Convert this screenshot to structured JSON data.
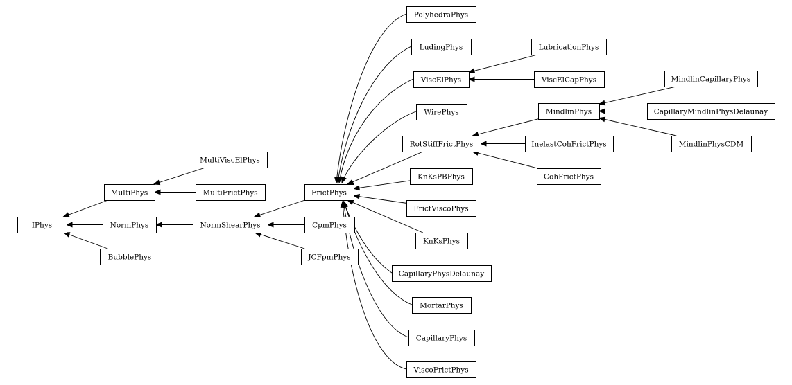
{
  "diagram": {
    "nodes": [
      {
        "id": "IPhys",
        "label": "IPhys"
      },
      {
        "id": "MultiPhys",
        "label": "MultiPhys"
      },
      {
        "id": "NormPhys",
        "label": "NormPhys"
      },
      {
        "id": "BubblePhys",
        "label": "BubblePhys"
      },
      {
        "id": "MultiViscElPhys",
        "label": "MultiViscElPhys"
      },
      {
        "id": "MultiFrictPhys",
        "label": "MultiFrictPhys"
      },
      {
        "id": "NormShearPhys",
        "label": "NormShearPhys"
      },
      {
        "id": "FrictPhys",
        "label": "FrictPhys"
      },
      {
        "id": "CpmPhys",
        "label": "CpmPhys"
      },
      {
        "id": "JCFpmPhys",
        "label": "JCFpmPhys"
      },
      {
        "id": "PolyhedraPhys",
        "label": "PolyhedraPhys"
      },
      {
        "id": "LudingPhys",
        "label": "LudingPhys"
      },
      {
        "id": "ViscElPhys",
        "label": "ViscElPhys"
      },
      {
        "id": "WirePhys",
        "label": "WirePhys"
      },
      {
        "id": "RotStiffFrictPhys",
        "label": "RotStiffFrictPhys"
      },
      {
        "id": "KnKsPBPhys",
        "label": "KnKsPBPhys"
      },
      {
        "id": "FrictViscoPhys",
        "label": "FrictViscoPhys"
      },
      {
        "id": "KnKsPhys",
        "label": "KnKsPhys"
      },
      {
        "id": "CapillaryPhysDelaunay",
        "label": "CapillaryPhysDelaunay"
      },
      {
        "id": "MortarPhys",
        "label": "MortarPhys"
      },
      {
        "id": "CapillaryPhys",
        "label": "CapillaryPhys"
      },
      {
        "id": "ViscoFrictPhys",
        "label": "ViscoFrictPhys"
      },
      {
        "id": "LubricationPhys",
        "label": "LubricationPhys"
      },
      {
        "id": "ViscElCapPhys",
        "label": "ViscElCapPhys"
      },
      {
        "id": "MindlinPhys",
        "label": "MindlinPhys"
      },
      {
        "id": "InelastCohFrictPhys",
        "label": "InelastCohFrictPhys"
      },
      {
        "id": "CohFrictPhys",
        "label": "CohFrictPhys"
      },
      {
        "id": "MindlinCapillaryPhys",
        "label": "MindlinCapillaryPhys"
      },
      {
        "id": "CapillaryMindlinPhysDelaunay",
        "label": "CapillaryMindlinPhysDelaunay"
      },
      {
        "id": "MindlinPhysCDM",
        "label": "MindlinPhysCDM"
      }
    ],
    "edges": [
      {
        "from": "MultiPhys",
        "to": "IPhys"
      },
      {
        "from": "NormPhys",
        "to": "IPhys"
      },
      {
        "from": "BubblePhys",
        "to": "IPhys"
      },
      {
        "from": "MultiViscElPhys",
        "to": "MultiPhys"
      },
      {
        "from": "MultiFrictPhys",
        "to": "MultiPhys"
      },
      {
        "from": "NormShearPhys",
        "to": "NormPhys"
      },
      {
        "from": "FrictPhys",
        "to": "NormShearPhys"
      },
      {
        "from": "CpmPhys",
        "to": "NormShearPhys"
      },
      {
        "from": "JCFpmPhys",
        "to": "NormShearPhys"
      },
      {
        "from": "PolyhedraPhys",
        "to": "FrictPhys"
      },
      {
        "from": "LudingPhys",
        "to": "FrictPhys"
      },
      {
        "from": "ViscElPhys",
        "to": "FrictPhys"
      },
      {
        "from": "WirePhys",
        "to": "FrictPhys"
      },
      {
        "from": "RotStiffFrictPhys",
        "to": "FrictPhys"
      },
      {
        "from": "KnKsPBPhys",
        "to": "FrictPhys"
      },
      {
        "from": "FrictViscoPhys",
        "to": "FrictPhys"
      },
      {
        "from": "KnKsPhys",
        "to": "FrictPhys"
      },
      {
        "from": "CapillaryPhysDelaunay",
        "to": "FrictPhys"
      },
      {
        "from": "MortarPhys",
        "to": "FrictPhys"
      },
      {
        "from": "CapillaryPhys",
        "to": "FrictPhys"
      },
      {
        "from": "ViscoFrictPhys",
        "to": "FrictPhys"
      },
      {
        "from": "LubricationPhys",
        "to": "ViscElPhys"
      },
      {
        "from": "ViscElCapPhys",
        "to": "ViscElPhys"
      },
      {
        "from": "MindlinPhys",
        "to": "RotStiffFrictPhys"
      },
      {
        "from": "InelastCohFrictPhys",
        "to": "RotStiffFrictPhys"
      },
      {
        "from": "CohFrictPhys",
        "to": "RotStiffFrictPhys"
      },
      {
        "from": "MindlinCapillaryPhys",
        "to": "MindlinPhys"
      },
      {
        "from": "CapillaryMindlinPhysDelaunay",
        "to": "MindlinPhys"
      },
      {
        "from": "MindlinPhysCDM",
        "to": "MindlinPhys"
      }
    ]
  }
}
